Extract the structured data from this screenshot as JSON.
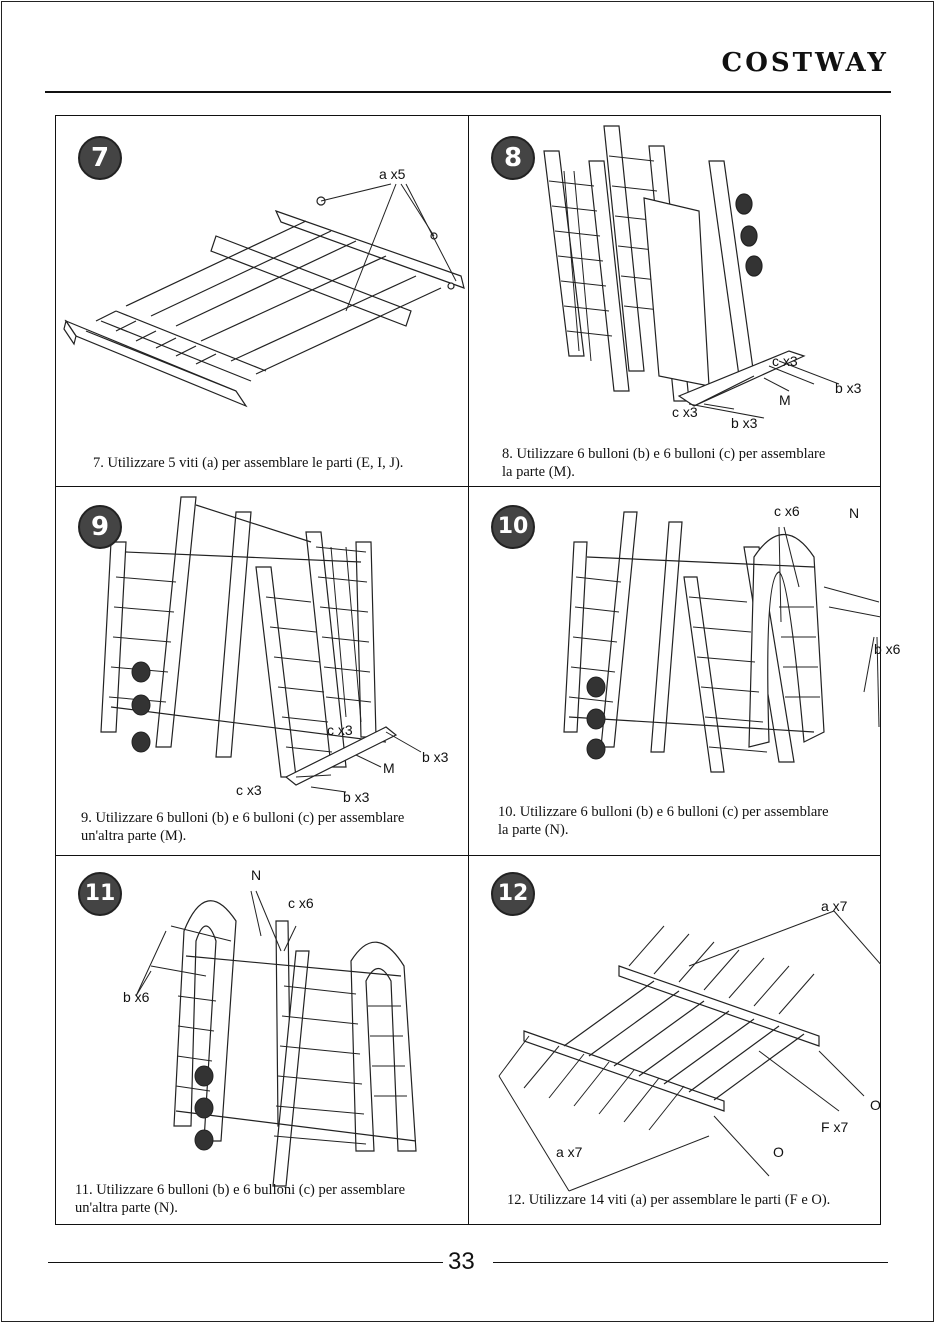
{
  "header": {
    "brand": "COSTWAY"
  },
  "steps": [
    {
      "number": "7",
      "caption": "7. Utilizzare 5 viti (a) per assemblare le parti (E, I, J).",
      "labels": [
        "a  x5"
      ]
    },
    {
      "number": "8",
      "caption": "8. Utilizzare 6 bulloni (b) e 6 bulloni (c) per assemblare\nla parte (M).",
      "labels": [
        "c  x3",
        "b  x3",
        "M",
        "c  x3",
        "b  x3"
      ]
    },
    {
      "number": "9",
      "caption": "9. Utilizzare 6 bulloni (b) e 6 bulloni (c) per assemblare\nun'altra parte (M).",
      "labels": [
        "c  x3",
        "b  x3",
        "M",
        "c  x3",
        "b  x3"
      ]
    },
    {
      "number": "10",
      "caption": "10. Utilizzare 6 bulloni (b) e 6 bulloni (c) per assemblare\nla parte (N).",
      "labels": [
        "c  x6",
        "N",
        "b  x6"
      ]
    },
    {
      "number": "11",
      "caption": "11. Utilizzare 6 bulloni (b) e 6 bulloni (c) per assemblare\nun'altra parte (N).",
      "labels": [
        "N",
        "c  x6",
        "b  x6"
      ]
    },
    {
      "number": "12",
      "caption": "12. Utilizzare 14 viti (a) per assemblare le parti (F e O).",
      "labels": [
        "a  x7",
        "O",
        "F  x7",
        "a  x7",
        "O"
      ]
    }
  ],
  "footer": {
    "page_number": "33"
  }
}
